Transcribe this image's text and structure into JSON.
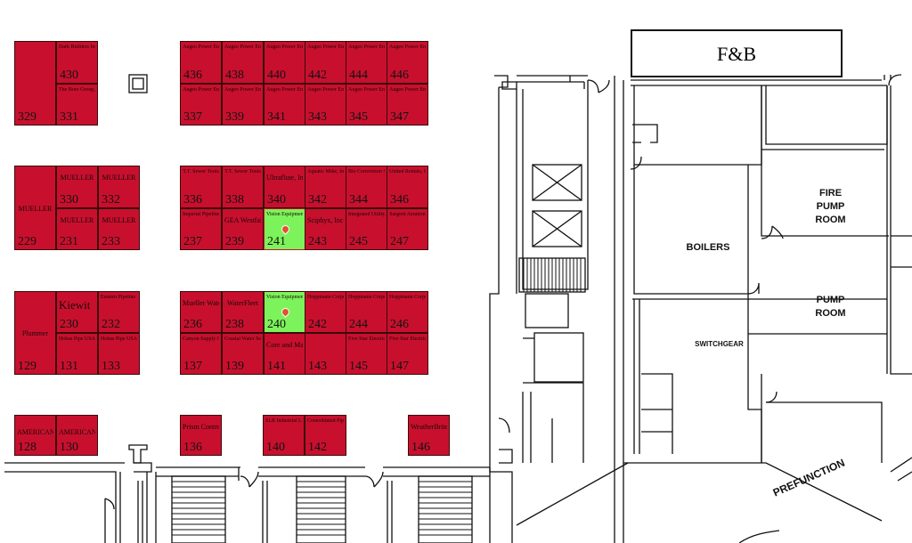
{
  "colors": {
    "booth_fill": "#c8102e",
    "selected_fill": "#7cf35a",
    "pin": "#e2522d"
  },
  "labels": {
    "fb": "F&B",
    "fire_pump_room": "FIRE\nPUMP\nROOM",
    "boilers": "BOILERS",
    "pump_room": "PUMP\nROOM",
    "switchgear": "SWITCHGEAR",
    "prefunction": "PREFUNCTION"
  },
  "booths": [
    {
      "id": "329",
      "number": "329",
      "company": "",
      "selected": false,
      "pin": false
    },
    {
      "id": "430",
      "number": "430",
      "company": "Dark Builders Inc.",
      "selected": false,
      "pin": false
    },
    {
      "id": "331",
      "number": "331",
      "company": "The Bore Group, Inc.",
      "selected": false,
      "pin": false
    },
    {
      "id": "436",
      "number": "436",
      "company": "Augeo Power Environmental",
      "selected": false,
      "pin": false
    },
    {
      "id": "438",
      "number": "438",
      "company": "Augeo Power Environmental",
      "selected": false,
      "pin": false
    },
    {
      "id": "440",
      "number": "440",
      "company": "Augeo Power Environmental",
      "selected": false,
      "pin": false
    },
    {
      "id": "442",
      "number": "442",
      "company": "Augeo Power Environmental",
      "selected": false,
      "pin": false
    },
    {
      "id": "444",
      "number": "444",
      "company": "Augeo Power Environmental",
      "selected": false,
      "pin": false
    },
    {
      "id": "446",
      "number": "446",
      "company": "Augeo Power Environmental",
      "selected": false,
      "pin": false
    },
    {
      "id": "337",
      "number": "337",
      "company": "Augeo Power Environmental",
      "selected": false,
      "pin": false
    },
    {
      "id": "339",
      "number": "339",
      "company": "Augeo Power Environmental",
      "selected": false,
      "pin": false
    },
    {
      "id": "341",
      "number": "341",
      "company": "Augeo Power Environmental",
      "selected": false,
      "pin": false
    },
    {
      "id": "343",
      "number": "343",
      "company": "Augeo Power Environmental",
      "selected": false,
      "pin": false
    },
    {
      "id": "345",
      "number": "345",
      "company": "Augeo Power Environmental",
      "selected": false,
      "pin": false
    },
    {
      "id": "347",
      "number": "347",
      "company": "Augeo Power Environmental",
      "selected": false,
      "pin": false
    },
    {
      "id": "229",
      "number": "229",
      "company": "MUELLER",
      "selected": false,
      "pin": false
    },
    {
      "id": "330",
      "number": "330",
      "company": "MUELLER",
      "selected": false,
      "pin": false
    },
    {
      "id": "332",
      "number": "332",
      "company": "MUELLER",
      "selected": false,
      "pin": false
    },
    {
      "id": "231",
      "number": "231",
      "company": "MUELLER",
      "selected": false,
      "pin": false
    },
    {
      "id": "233",
      "number": "233",
      "company": "MUELLER",
      "selected": false,
      "pin": false
    },
    {
      "id": "336",
      "number": "336",
      "company": "T.T. Sewer Tools",
      "selected": false,
      "pin": false
    },
    {
      "id": "338",
      "number": "338",
      "company": "T.T. Sewer Tools",
      "selected": false,
      "pin": false
    },
    {
      "id": "340",
      "number": "340",
      "company": "Ultraflute, Inc.",
      "selected": false,
      "pin": false
    },
    {
      "id": "342",
      "number": "342",
      "company": "Aquatic Mike, Inc.",
      "selected": false,
      "pin": false
    },
    {
      "id": "344",
      "number": "344",
      "company": "Bio Conversion Systems Inc.",
      "selected": false,
      "pin": false
    },
    {
      "id": "346",
      "number": "346",
      "company": "United Rentals, Inc.",
      "selected": false,
      "pin": false
    },
    {
      "id": "237",
      "number": "237",
      "company": "Imperial Pipeline Services Inc.",
      "selected": false,
      "pin": false
    },
    {
      "id": "239",
      "number": "239",
      "company": "GEA Westfalia",
      "selected": false,
      "pin": false
    },
    {
      "id": "241",
      "number": "241",
      "company": "Vision Equipment",
      "selected": true,
      "pin": true
    },
    {
      "id": "243",
      "number": "243",
      "company": "Sciphyx, Inc.",
      "selected": false,
      "pin": false
    },
    {
      "id": "245",
      "number": "245",
      "company": "Integrated Utility Technologies",
      "selected": false,
      "pin": false
    },
    {
      "id": "247",
      "number": "247",
      "company": "Sargent Aeration",
      "selected": false,
      "pin": false
    },
    {
      "id": "129",
      "number": "129",
      "company": "Plummer",
      "selected": false,
      "pin": false
    },
    {
      "id": "230",
      "number": "230",
      "company": "Kiewit",
      "selected": false,
      "pin": false
    },
    {
      "id": "232",
      "number": "232",
      "company": "Eastern Pipeline Supply Inc.",
      "selected": false,
      "pin": false
    },
    {
      "id": "131",
      "number": "131",
      "company": "Hobas Pipe USA",
      "selected": false,
      "pin": false
    },
    {
      "id": "133",
      "number": "133",
      "company": "Hobas Pipe USA",
      "selected": false,
      "pin": false
    },
    {
      "id": "236",
      "number": "236",
      "company": "Mueller Water",
      "selected": false,
      "pin": false
    },
    {
      "id": "238",
      "number": "238",
      "company": "WaterFleet",
      "selected": false,
      "pin": false
    },
    {
      "id": "240",
      "number": "240",
      "company": "Vision Equipment",
      "selected": true,
      "pin": true
    },
    {
      "id": "242",
      "number": "242",
      "company": "Hoppmann Corporation",
      "selected": false,
      "pin": false
    },
    {
      "id": "244",
      "number": "244",
      "company": "Hoppmann Corporation",
      "selected": false,
      "pin": false
    },
    {
      "id": "246",
      "number": "246",
      "company": "Hoppmann Corporation",
      "selected": false,
      "pin": false
    },
    {
      "id": "137",
      "number": "137",
      "company": "Canyon Supply Company",
      "selected": false,
      "pin": false
    },
    {
      "id": "139",
      "number": "139",
      "company": "Coastal Water Solutions",
      "selected": false,
      "pin": false
    },
    {
      "id": "141",
      "number": "141",
      "company": "Core and Main",
      "selected": false,
      "pin": false
    },
    {
      "id": "143",
      "number": "143",
      "company": "",
      "selected": false,
      "pin": false
    },
    {
      "id": "145",
      "number": "145",
      "company": "Five Star Electric",
      "selected": false,
      "pin": false
    },
    {
      "id": "147",
      "number": "147",
      "company": "Five Star Electric",
      "selected": false,
      "pin": false
    },
    {
      "id": "128",
      "number": "128",
      "company": "AMERICAN",
      "selected": false,
      "pin": false
    },
    {
      "id": "130",
      "number": "130",
      "company": "AMERICAN",
      "selected": false,
      "pin": false
    },
    {
      "id": "136",
      "number": "136",
      "company": "Prism Controls",
      "selected": false,
      "pin": false
    },
    {
      "id": "140",
      "number": "140",
      "company": "SLR Industrial Ltd.",
      "selected": false,
      "pin": false
    },
    {
      "id": "142",
      "number": "142",
      "company": "Consolidated Pipe & Supply Co.",
      "selected": false,
      "pin": false
    },
    {
      "id": "146",
      "number": "146",
      "company": "WeatherBrite Tester",
      "selected": false,
      "pin": false
    }
  ]
}
